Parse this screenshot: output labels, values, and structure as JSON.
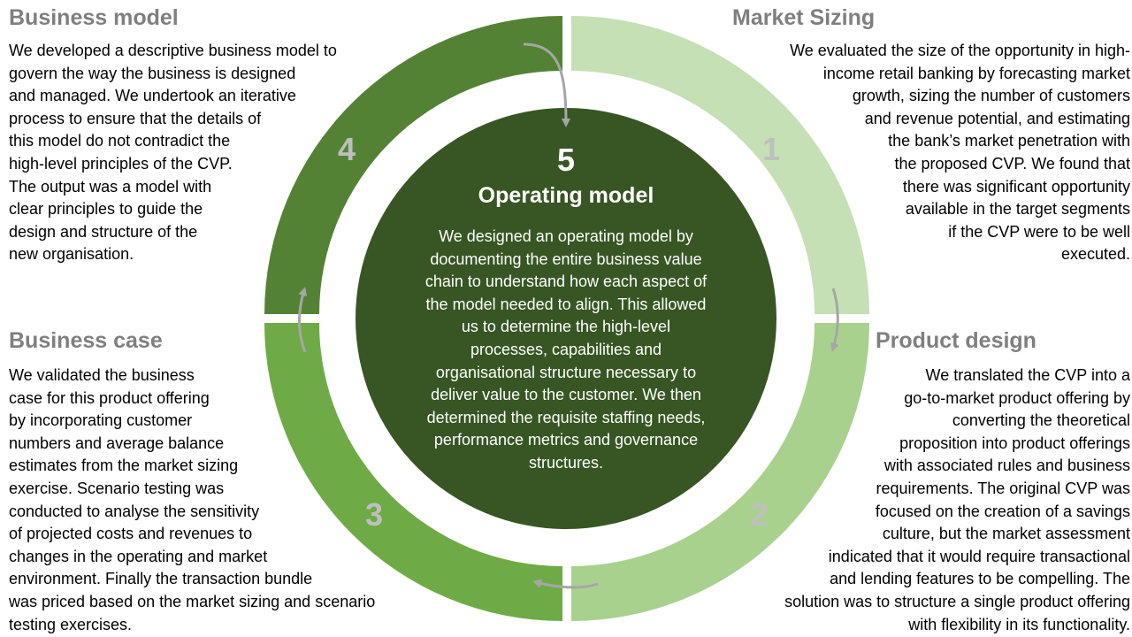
{
  "colors": {
    "quadrant_1": "#c5e0b4",
    "quadrant_2": "#a9d18e",
    "quadrant_3": "#6eab46",
    "quadrant_4": "#548235",
    "center": "#375623",
    "title": "#7f7f7f",
    "number": "#bfbfbf",
    "arrow": "#a6a6a6"
  },
  "business_model": {
    "title": "Business model",
    "number": "4",
    "lines": [
      "We developed a descriptive business model to",
      "govern the way the business is designed",
      "and managed.  We undertook an iterative",
      "process to ensure that the details of",
      "this model do not contradict the",
      "high-level principles of the CVP.",
      "The output was a model with",
      "clear principles to guide the",
      "design and structure of the",
      "new organisation."
    ]
  },
  "market_sizing": {
    "title": "Market Sizing",
    "number": "1",
    "lines": [
      "We evaluated the size of the opportunity in high-",
      "income retail banking by forecasting market",
      "growth, sizing the number of customers",
      "and revenue potential, and estimating",
      "the bank’s market penetration with",
      "the proposed CVP. We found that",
      "there was significant opportunity",
      "available in the target segments",
      "if the CVP were to be well",
      "executed."
    ]
  },
  "business_case": {
    "title": "Business case",
    "number": "3",
    "lines": [
      "We validated the business",
      "case for this product offering",
      "by incorporating customer",
      "numbers and average balance",
      "estimates from the market sizing",
      "exercise. Scenario testing was",
      "conducted to analyse the sensitivity",
      "of projected costs and revenues to",
      "changes in the operating and market",
      "environment. Finally the transaction bundle",
      "was priced based on the market sizing and scenario",
      "testing exercises."
    ]
  },
  "product_design": {
    "title": "Product design",
    "number": "2",
    "lines": [
      "We translated the CVP into a",
      "go-to-market product offering by",
      "converting the theoretical",
      "proposition into product offerings",
      "with associated rules and business",
      "requirements. The original CVP was",
      "focused on the creation of a savings",
      "culture, but the market assessment",
      "indicated that it would require transactional",
      "and lending features to be compelling. The",
      "solution was to structure a single product offering",
      "with flexibility in its functionality."
    ]
  },
  "operating_model": {
    "number": "5",
    "title": "Operating model",
    "lines": [
      "We designed an operating model by",
      "documenting the entire business value",
      "chain to understand how each aspect of",
      "the model needed to align. This allowed",
      "us to determine the high-level",
      "processes, capabilities and",
      "organisational structure necessary to",
      "deliver value to the customer. We then",
      "determined the requisite staffing needs,",
      "performance metrics and governance",
      "structures."
    ]
  }
}
